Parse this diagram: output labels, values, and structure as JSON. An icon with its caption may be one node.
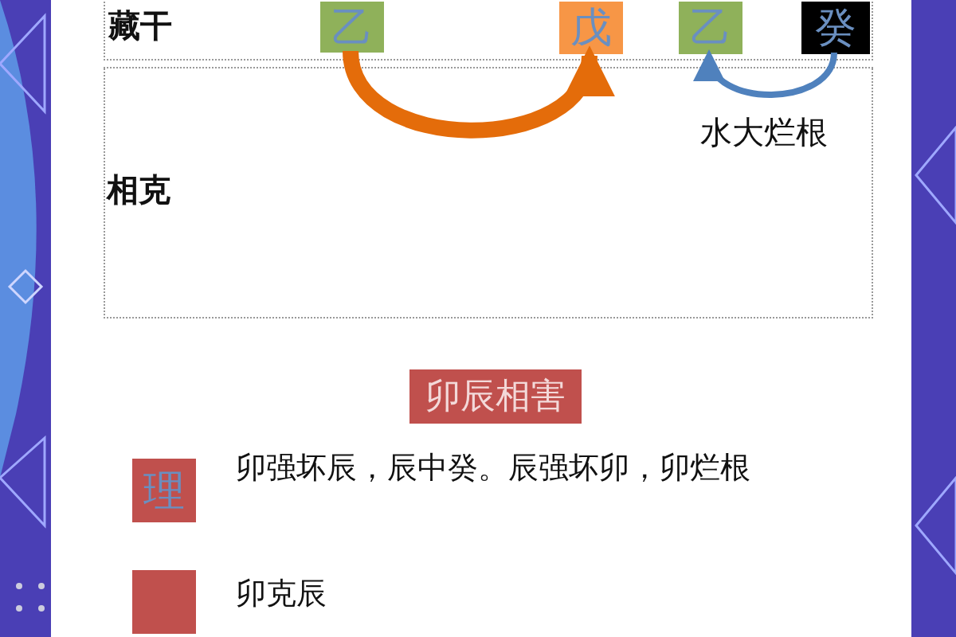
{
  "diagram": {
    "nodes": [
      {
        "text": [
          "藏干"
        ]
      },
      {
        "text": [
          "乙"
        ],
        "in": 0
      },
      {
        "text": [
          "戊"
        ],
        "in": 0
      },
      {
        "text": [
          "乙"
        ],
        "in": 0
      },
      {
        "text": [
          "癸"
        ],
        "in": 0
      },
      {
        "text": [
          "卯辰相害"
        ]
      },
      {
        "text": [
          "理"
        ]
      },
      {
        "text": [],
        "shape": "box"
      }
    ],
    "edges": [
      {
        "from": 1,
        "to": 2,
        "arrow": "to",
        "style": "thick",
        "color": "#e46c0a"
      },
      {
        "from": 4,
        "to": 3,
        "arrow": "to",
        "label": "水大烂根",
        "color": "#4f81bd"
      }
    ],
    "labels": [
      "相克",
      "卯强坏辰，辰中癸。辰强坏卯，卯烂根",
      "卯克辰"
    ]
  }
}
